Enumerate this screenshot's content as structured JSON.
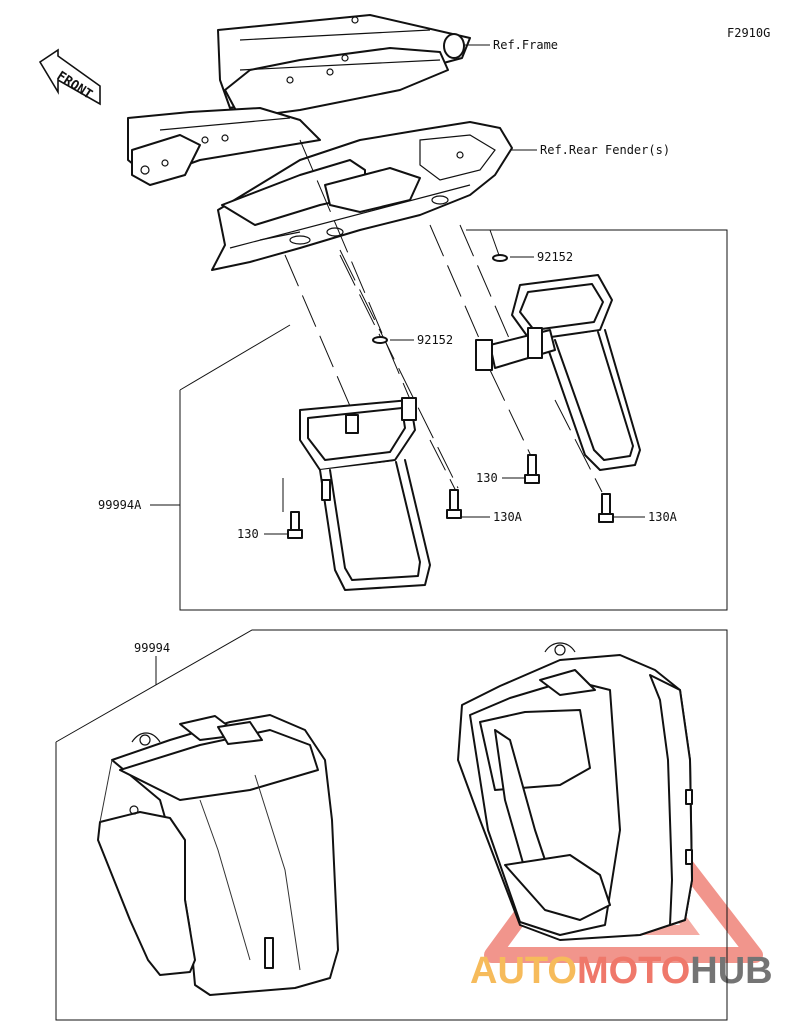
{
  "figure_code": "F2910G",
  "front_label": "FRONT",
  "watermark": {
    "auto": "AUTO",
    "moto": "MOTO",
    "hub": "HUB",
    "color_red": "#e8483a",
    "color_orange": "#f6a31c",
    "color_gray": "#5a5a5a"
  },
  "labels": {
    "ref_frame": "Ref.Frame",
    "ref_rear_fender": "Ref.Rear Fender(s)",
    "part_92152_a": "92152",
    "part_92152_b": "92152",
    "part_130_a": "130",
    "part_130_b": "130",
    "part_130A_a": "130A",
    "part_130A_b": "130A",
    "part_99994A": "99994A",
    "part_99994": "99994"
  }
}
